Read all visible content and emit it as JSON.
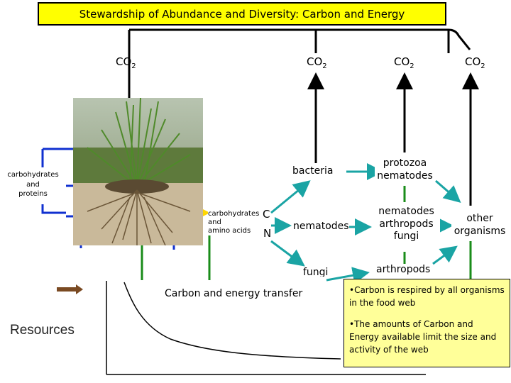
{
  "title": "Stewardship of Abundance and Diversity: Carbon and Energy",
  "co2": [
    "CO",
    "CO",
    "CO",
    "CO"
  ],
  "co2_sub": "2",
  "left_box": {
    "line1": "carbohydrates",
    "line2": "and",
    "line3": "proteins"
  },
  "root_exudates": {
    "line1": "carbohydrates",
    "line2": "and",
    "line3": "amino acids",
    "C": "C",
    "N": "N"
  },
  "level1": [
    "bacteria",
    "nematodes",
    "fungi"
  ],
  "level2": {
    "a": [
      "protozoa",
      "nematodes"
    ],
    "b": [
      "nematodes",
      "arthropods",
      "fungi"
    ],
    "c": "arthropods"
  },
  "level3": [
    "other",
    "organisms"
  ],
  "transfer_label": "Carbon and energy transfer",
  "resources_label": "Resources",
  "info": [
    "•Carbon is respired by all organisms in the food web",
    "•The amounts of Carbon and Energy available limit the size and activity of the web"
  ],
  "colors": {
    "arrow_blue": "#1030d0",
    "arrow_green": "#1a8c1a",
    "arrow_yellow": "#ffd700",
    "arrow_teal": "#1aa4a4",
    "highlight": "#ffff00"
  }
}
